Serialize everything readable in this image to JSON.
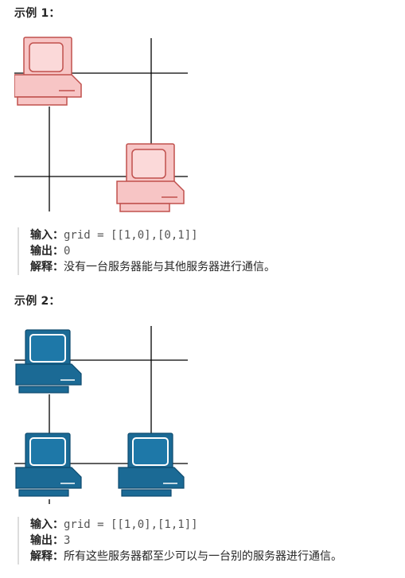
{
  "examples": [
    {
      "heading": "示例 1：",
      "input_label": "输入：",
      "input_value": "grid = [[1,0],[0,1]]",
      "output_label": "输出：",
      "output_value": "0",
      "explain_label": "解释：",
      "explain_value": "没有一台服务器能与其他服务器进行通信。",
      "icon_fill": "#f7c5c5",
      "icon_stroke": "#c0504d",
      "servers": [
        [
          1,
          0
        ],
        [
          0,
          1
        ]
      ]
    },
    {
      "heading": "示例 2：",
      "input_label": "输入：",
      "input_value": "grid = [[1,0],[1,1]]",
      "output_label": "输出：",
      "output_value": "3",
      "explain_label": "解释：",
      "explain_value": "所有这些服务器都至少可以与一台别的服务器进行通信。",
      "icon_fill": "#1b6a95",
      "icon_stroke": "#0e4a6e",
      "servers": [
        [
          1,
          0
        ],
        [
          1,
          1
        ]
      ]
    }
  ]
}
